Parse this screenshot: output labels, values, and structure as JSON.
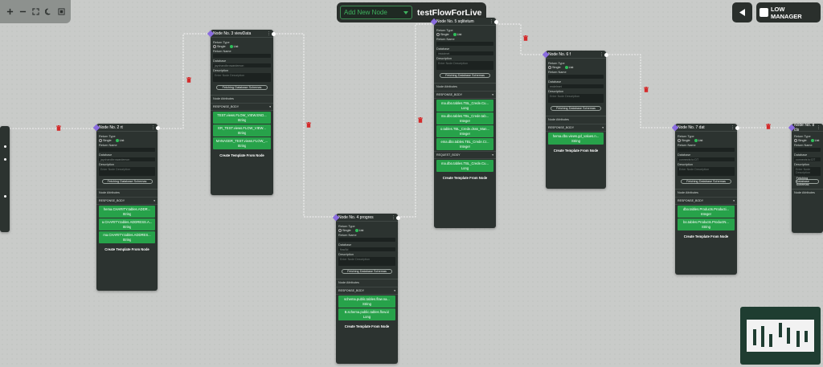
{
  "app": {
    "flow_title": "testFlowForLive",
    "add_node_label": "Add New Node",
    "brand_label": "LOW MANAGER"
  },
  "toolbar": {
    "icons": [
      "plus-icon",
      "minus-icon",
      "fit-view-icon",
      "moon-icon",
      "screenshot-icon"
    ]
  },
  "common": {
    "return_type": "Return Type",
    "single": "Single",
    "list": "List",
    "return_name": "Return Name",
    "database": "Database",
    "description": "Description",
    "description_placeholder": "Enter Node Description",
    "fetch_schemas": "Fetching Database Schemas",
    "node_attributes": "Node Attributes",
    "create_template": "Create Template From Node"
  },
  "nodes": {
    "n2": {
      "title": "Node No. 2 rt",
      "database": "jaychandbrowardemon",
      "groups": [
        {
          "label": "RESPONSE_BODY",
          "attrs": [
            {
              "name": "hema.CHARITY.tables.ADDR...",
              "type": "String"
            },
            {
              "name": "a.CHARITY.tables.ADDRESS.A...",
              "type": "String"
            },
            {
              "name": "ma.CHARITY.tables.ADDRES...",
              "type": "String"
            }
          ]
        }
      ]
    },
    "n3": {
      "title": "Node No. 3 viewData",
      "database": "jaychandbrowardemon",
      "groups": [
        {
          "label": "RESPONSE_BODY",
          "attrs": [
            {
              "name": "TEST.views.FLOW_VIEW.END...",
              "type": "String"
            },
            {
              "name": "ER_TEST.views.FLOW_VIEW...",
              "type": "String"
            },
            {
              "name": "MANAGER_TEST.views.FLOW_...",
              "type": "String"
            }
          ]
        }
      ]
    },
    "n4": {
      "title": "Node No. 4 progres",
      "database": "flow3d",
      "groups": [
        {
          "label": "RESPONSE_BODY",
          "attrs": [
            {
              "name": "schema.public.tables.flow.na...",
              "type": "String"
            },
            {
              "name": "B.schema.public.tables.flow.id",
              "type": "Long"
            }
          ]
        }
      ]
    },
    "n5": {
      "title": "Node No. 5 sqlitetum",
      "database": "iriskdmet",
      "groups": [
        {
          "label": "RESPONSE_BODY",
          "attrs": [
            {
              "name": "ma.dbo.tables.TBL_Crede.Cu...",
              "type": "Long"
            },
            {
              "name": "ma.dbo.tables.TBL_Crede.tab...",
              "type": "Integer"
            },
            {
              "name": "o.tables.TBL_Crede.dsss_Man...",
              "type": "Integer"
            },
            {
              "name": "ema.dbo.tables.TBL_Crede.Cr...",
              "type": "Integer"
            }
          ]
        },
        {
          "label": "REQUEST_BODY",
          "attrs": [
            {
              "name": "ma.dbo.tables.TBL_Crede.Cu...",
              "type": "Long"
            }
          ]
        }
      ]
    },
    "n6": {
      "title": "Node No. 6 f",
      "database": "endelmet",
      "groups": [
        {
          "label": "RESPONSE_BODY",
          "attrs": [
            {
              "name": "hema.dbo.views.gd_values.n...",
              "type": "String"
            }
          ]
        }
      ]
    },
    "n7": {
      "title": "Node No. 7 dat",
      "database": "connects to DT",
      "groups": [
        {
          "label": "RESPONSE_BODY",
          "attrs": [
            {
              "name": "dbo.tables.Products.Producti...",
              "type": "Integer"
            },
            {
              "name": "bo.tables.Products.ProductN...",
              "type": "String"
            }
          ]
        }
      ]
    },
    "n8": {
      "title": "Node No. 8 cls",
      "database": "connects to DT",
      "groups": []
    }
  },
  "colors": {
    "canvas": "#c9cbc9",
    "node_bg": "#2c3330",
    "attr_green": "#27a24a",
    "accent_purple": "#8a6cdf",
    "delete_red": "#d42a2a"
  }
}
